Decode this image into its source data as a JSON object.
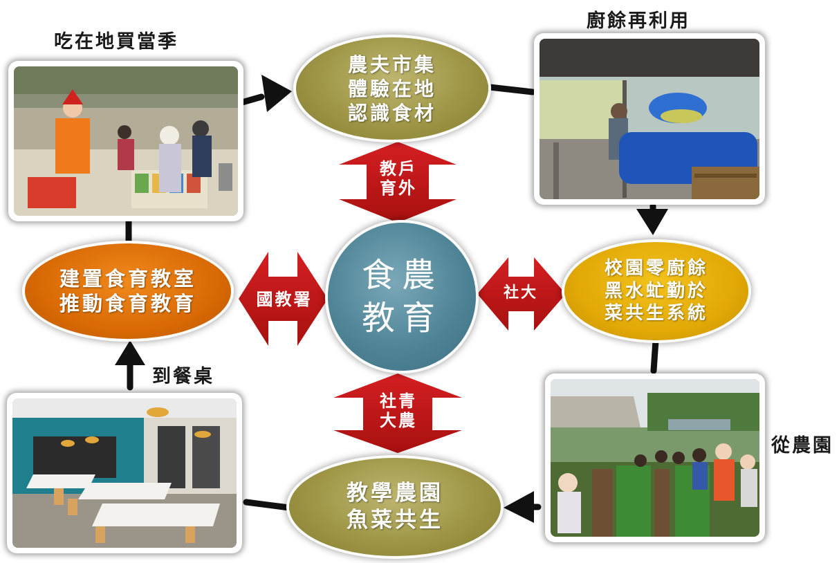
{
  "captions": {
    "market": "吃在地買當季",
    "compost": "廚餘再利用",
    "farm": "從農園",
    "table": "到餐桌"
  },
  "nodes": {
    "center": {
      "lines": [
        "食農",
        "教育"
      ]
    },
    "top": {
      "lines": [
        "農夫市集",
        "體驗在地",
        "認識食材"
      ]
    },
    "left": {
      "lines": [
        "建置食育教室",
        "推動食育教育"
      ]
    },
    "right": {
      "lines": [
        "校園零廚餘",
        "黑水虻勤於",
        "菜共生系統"
      ]
    },
    "bottom": {
      "lines": [
        "教學農園",
        "魚菜共生"
      ]
    }
  },
  "arrows": {
    "top": {
      "lines": [
        "教戶",
        "育外"
      ]
    },
    "left": {
      "lines": [
        "國教署"
      ]
    },
    "right": {
      "lines": [
        "社大"
      ]
    },
    "bottom": {
      "lines": [
        "社青",
        "大農"
      ]
    }
  },
  "colors": {
    "olive": "#9e9646",
    "orange": "#d96a05",
    "gold": "#e2a907",
    "center": "#4f8597",
    "arrow_red": "#c8191c",
    "connector": "#111111"
  }
}
